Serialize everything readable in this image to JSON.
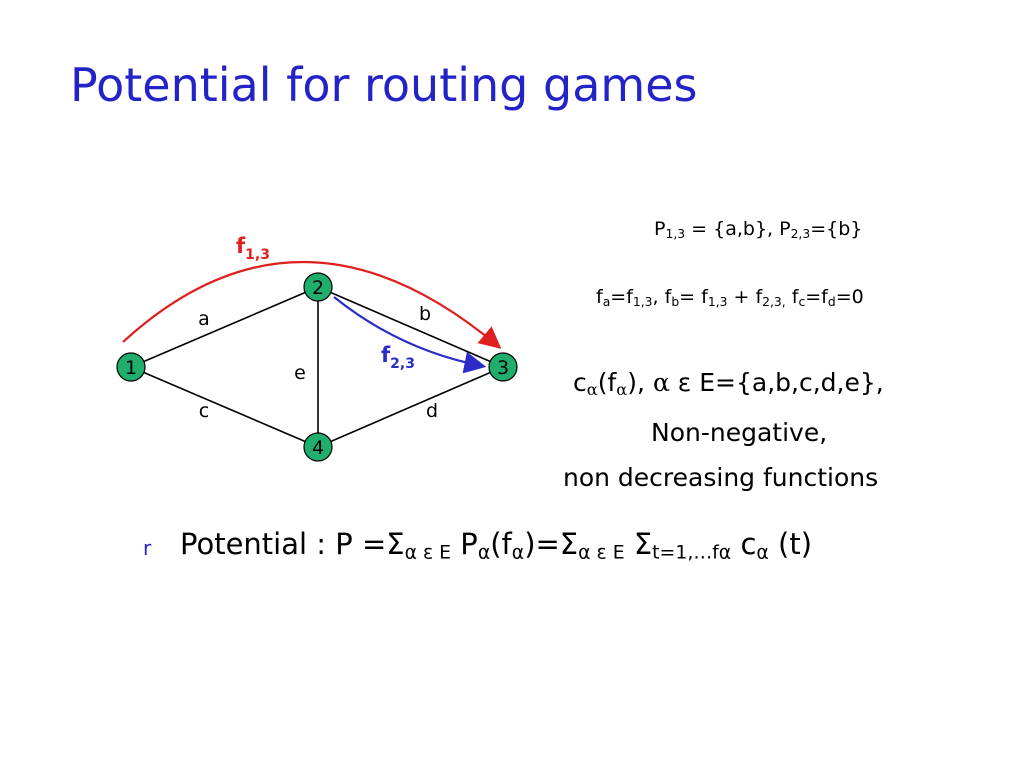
{
  "slide": {
    "title": "Potential for routing games"
  },
  "graph": {
    "nodes": [
      {
        "id": "n1",
        "label": "1"
      },
      {
        "id": "n2",
        "label": "2"
      },
      {
        "id": "n3",
        "label": "3"
      },
      {
        "id": "n4",
        "label": "4"
      }
    ],
    "edges": [
      {
        "id": "a",
        "label": "a"
      },
      {
        "id": "b",
        "label": "b"
      },
      {
        "id": "c",
        "label": "c"
      },
      {
        "id": "d",
        "label": "d"
      },
      {
        "id": "e",
        "label": "e"
      }
    ],
    "flows": {
      "f13": {
        "base": "f",
        "sub": "1,3",
        "color": "#e02020"
      },
      "f23": {
        "base": "f",
        "sub": "2,3",
        "color": "#2c2cc8"
      }
    },
    "node_fill": "#1fae6b"
  },
  "text": {
    "paths": {
      "p13_base": "P",
      "p13_sub": "1,3",
      "p13_eq": " = {a,b}, P",
      "p23_sub": "2,3",
      "p23_eq": "={b}"
    },
    "flows_eq": {
      "fa": "f",
      "a": "a",
      "eq1": "=f",
      "s13a": "1,3",
      "comma1": ", f",
      "b": "b",
      "eq2": "= f",
      "s13b": "1,3",
      "plus": " + f",
      "s23": "2,3,",
      "fc": " f",
      "c": "c",
      "eq3": "=f",
      "d": "d",
      "eq4": "=0"
    },
    "cost": {
      "c": "c",
      "alpha": "α",
      "open": "(f",
      "alpha2": "α",
      "close": "), ",
      "alpha3": "α",
      "rest": " ε E={a,b,c,d,e},",
      "line2": "Non-negative,",
      "line3": "non decreasing functions"
    },
    "potential": {
      "bullet": "r",
      "t1": "Potential : P =Σ",
      "s1": "α ε E",
      "t2": " P",
      "s2": "α",
      "t3": "(f",
      "s3": "α",
      "t4": ")=Σ",
      "s4": "α ε E",
      "t5": " Σ",
      "s5": "t=1,…fα",
      "t6": " c",
      "s6": "α",
      "t7": " (t)"
    }
  }
}
